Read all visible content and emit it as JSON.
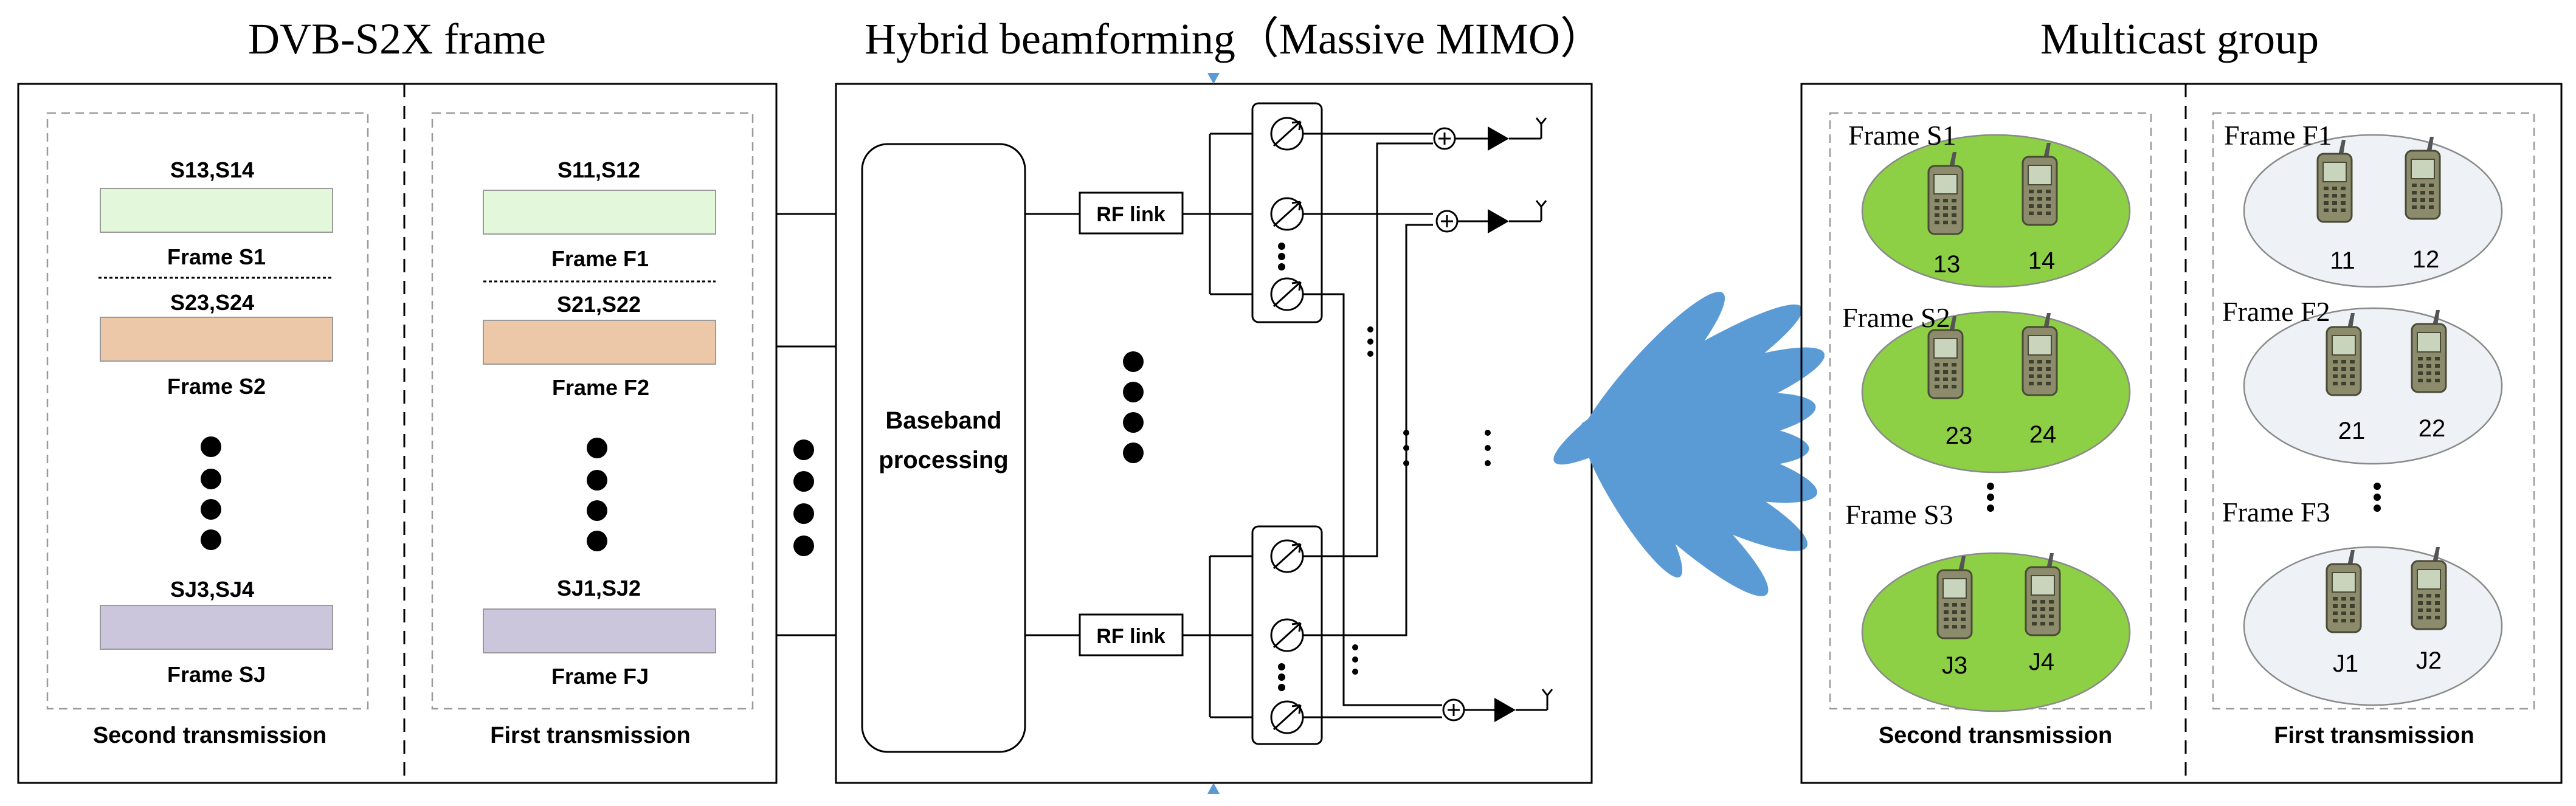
{
  "titles": {
    "dvb": "DVB-S2X frame",
    "hybrid": "Hybrid beamforming（Massive MIMO）",
    "multicast": "Multicast group"
  },
  "dvb_panel": {
    "second": {
      "caption": "Second transmission",
      "bars": [
        {
          "label": "S13,S14",
          "frame": "Frame S1",
          "color": "#e3f7da"
        },
        {
          "label": "S23,S24",
          "frame": "Frame S2",
          "color": "#ecc8a8"
        },
        {
          "label": "SJ3,SJ4",
          "frame": "Frame SJ",
          "color": "#cbc6dc"
        }
      ]
    },
    "first": {
      "caption": "First transmission",
      "bars": [
        {
          "label": "S11,S12",
          "frame": "Frame F1",
          "color": "#e3f7da"
        },
        {
          "label": "S21,S22",
          "frame": "Frame F2",
          "color": "#ecc8a8"
        },
        {
          "label": "SJ1,SJ2",
          "frame": "Frame FJ",
          "color": "#cbc6dc"
        }
      ]
    }
  },
  "beamforming": {
    "baseband": [
      "Baseband",
      "processing"
    ],
    "rf_link": "RF link",
    "beam_color": "#5b9bd5"
  },
  "multicast": {
    "second": {
      "caption": "Second transmission",
      "color": "#8dcf45",
      "groups": [
        {
          "frame": "Frame S1",
          "users": [
            "13",
            "14"
          ]
        },
        {
          "frame": "Frame S2",
          "users": [
            "23",
            "24"
          ]
        },
        {
          "frame": "Frame S3",
          "users": [
            "J3",
            "J4"
          ]
        }
      ]
    },
    "first": {
      "caption": "First transmission",
      "color": "#eef1f5",
      "groups": [
        {
          "frame": "Frame F1",
          "users": [
            "11",
            "12"
          ]
        },
        {
          "frame": "Frame F2",
          "users": [
            "21",
            "22"
          ]
        },
        {
          "frame": "Frame F3",
          "users": [
            "J1",
            "J2"
          ]
        }
      ]
    }
  }
}
